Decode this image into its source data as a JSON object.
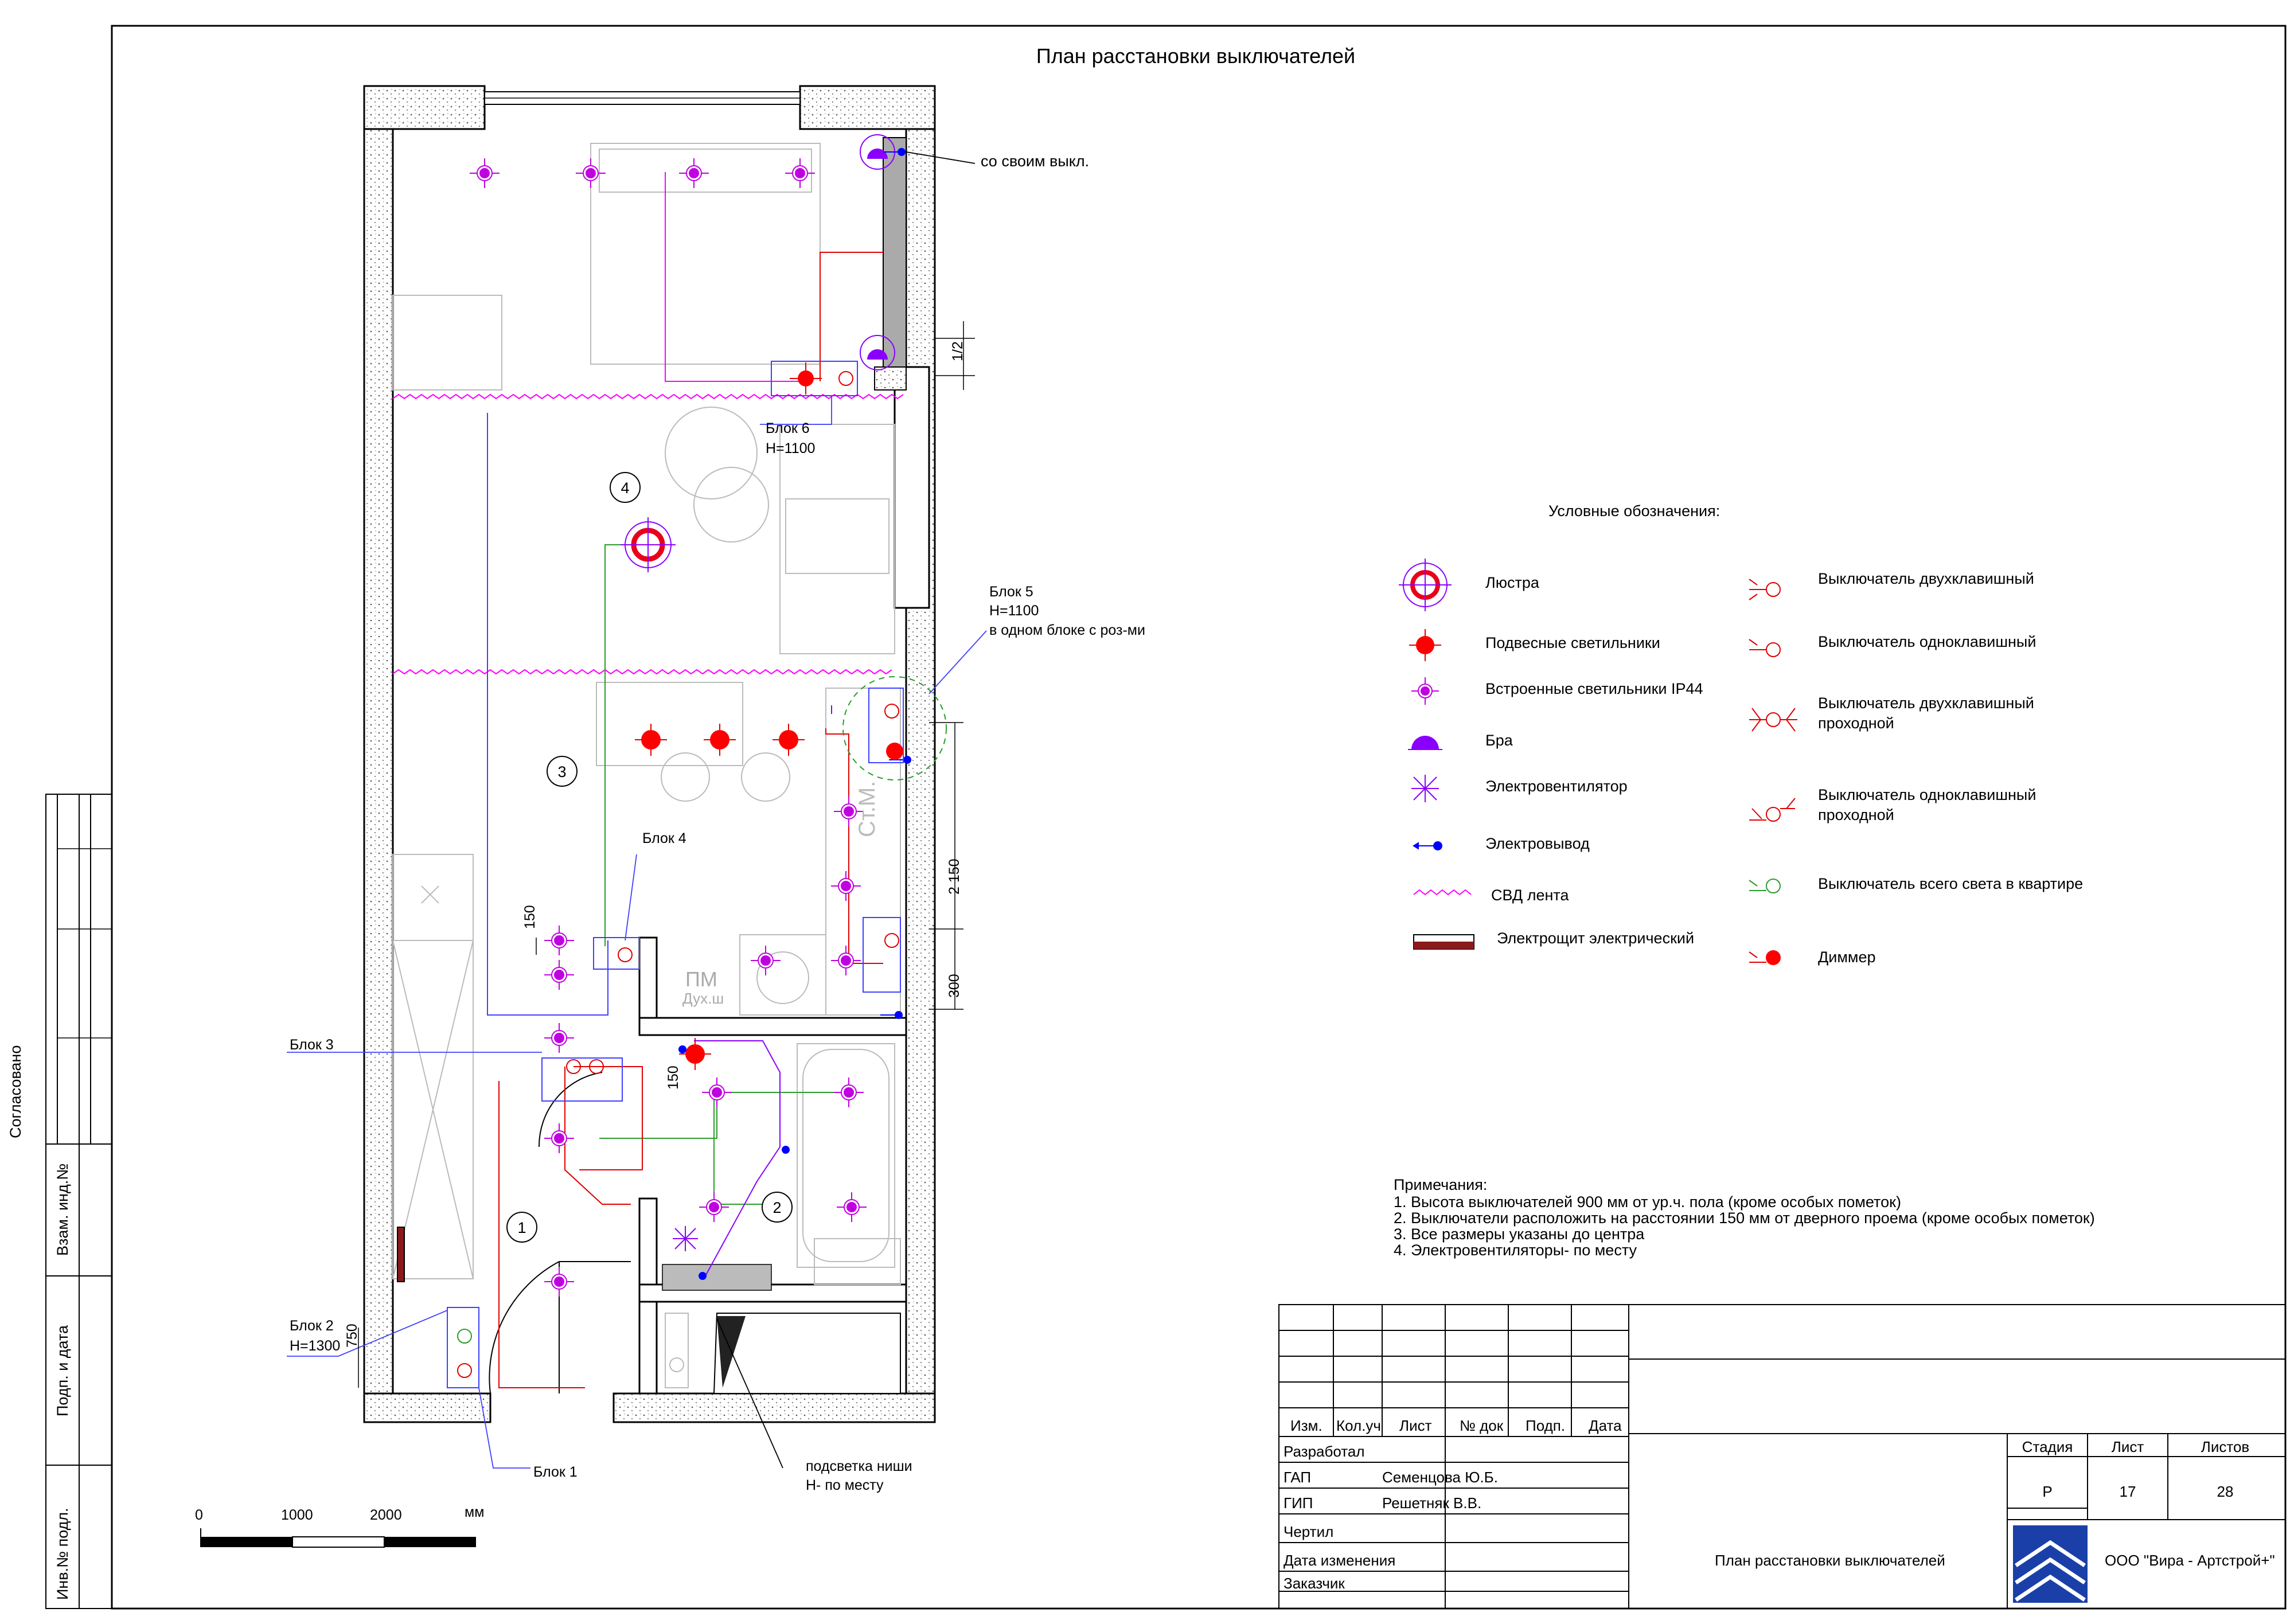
{
  "title": "План расстановки выключателей",
  "plan": {
    "rooms": [
      "1",
      "2",
      "3",
      "4"
    ],
    "blocks": {
      "b1": {
        "name": "Блок 1",
        "height": ""
      },
      "b2": {
        "name": "Блок 2",
        "height": "H=1300"
      },
      "b3": {
        "name": "Блок 3",
        "height": ""
      },
      "b4": {
        "name": "Блок 4",
        "height": ""
      },
      "b5": {
        "name": "Блок 5",
        "height": "H=1100",
        "note": "в одном блоке с роз-ми"
      },
      "b6": {
        "name": "Блок 6",
        "height": "H=1100"
      }
    },
    "notes": {
      "own_switch": "со своим выкл.",
      "niche_1": "подсветка ниши",
      "niche_2": "Н- по месту",
      "fridge": "Ст.М.",
      "pm": "ПМ",
      "shower": "Дух.ш"
    },
    "dims": {
      "d150a": "150",
      "d150b": "150",
      "d750": "750",
      "d12": "1/2",
      "d2150": "2 150",
      "d300": "300"
    }
  },
  "scale": {
    "labels": [
      "0",
      "1000",
      "2000"
    ],
    "unit": "мм"
  },
  "legend": {
    "title": "Условные обозначения:",
    "items": [
      {
        "icon": "chandelier-icon",
        "label": "Люстра",
        "color": "#e8001c"
      },
      {
        "icon": "pendant-light-icon",
        "label": "Подвесные светильники",
        "color": "#ff0000"
      },
      {
        "icon": "recessed-light-icon",
        "label": "Встроенные светильники IP44",
        "color": "#b000e0"
      },
      {
        "icon": "sconce-icon",
        "label": "Бра",
        "color": "#8a00ff"
      },
      {
        "icon": "fan-icon",
        "label": "Электровентилятор",
        "color": "#8a00ff"
      },
      {
        "icon": "outlet-icon",
        "label": "Электровывод",
        "color": "#0000ff"
      },
      {
        "icon": "led-strip-icon",
        "label": "СВД лента",
        "color": "#ff00ff"
      },
      {
        "icon": "panel-icon",
        "label": "Электрощит электрический",
        "color": "#8b1a1a"
      }
    ],
    "switches": [
      {
        "icon": "double-switch-icon",
        "label": "Выключатель двухклавишный"
      },
      {
        "icon": "single-switch-icon",
        "label": "Выключатель  одноклавишный"
      },
      {
        "icon": "double-pass-switch-icon",
        "label": "Выключатель двухклавишный",
        "label2": "проходной"
      },
      {
        "icon": "single-pass-switch-icon",
        "label": "Выключатель  одноклавишный",
        "label2": "проходной"
      },
      {
        "icon": "master-switch-icon",
        "label": "Выключатель  всего света в квартире"
      },
      {
        "icon": "dimmer-icon",
        "label": "Диммер"
      }
    ]
  },
  "notes": {
    "title": "Примечания:",
    "items": [
      "1. Высота выключателей 900 мм от ур.ч. пола (кроме особых пометок)",
      "2. Выключатели расположить на расстоянии 150 мм от дверного проема (кроме особых пометок)",
      "3. Все размеры указаны до центра",
      "4. Электровентиляторы- по месту"
    ]
  },
  "side_stamp": {
    "agreed": "Согласовано",
    "inv_replace": "Взам. инд.№",
    "sign_date": "Подп. и дата",
    "inv_orig": "Инв.№ подл."
  },
  "stamp": {
    "headers": [
      "Изм.",
      "Кол.уч",
      "Лист",
      "№ док",
      "Подп.",
      "Дата"
    ],
    "roles": [
      {
        "role": "Разработал",
        "name": ""
      },
      {
        "role": "ГАП",
        "name": "Семенцова Ю.Б."
      },
      {
        "role": "ГИП",
        "name": "Решетняк В.В."
      },
      {
        "role": "Чертил",
        "name": ""
      },
      {
        "role": "Дата изменения",
        "name": ""
      },
      {
        "role": "Заказчик",
        "name": ""
      }
    ],
    "sheet_title": "План расстановки выключателей",
    "stage_label": "Стадия",
    "stage": "Р",
    "sheet_label": "Лист",
    "sheet": "17",
    "sheets_label": "Листов",
    "sheets": "28",
    "company": "ООО \"Вира - Артстрой+\""
  }
}
